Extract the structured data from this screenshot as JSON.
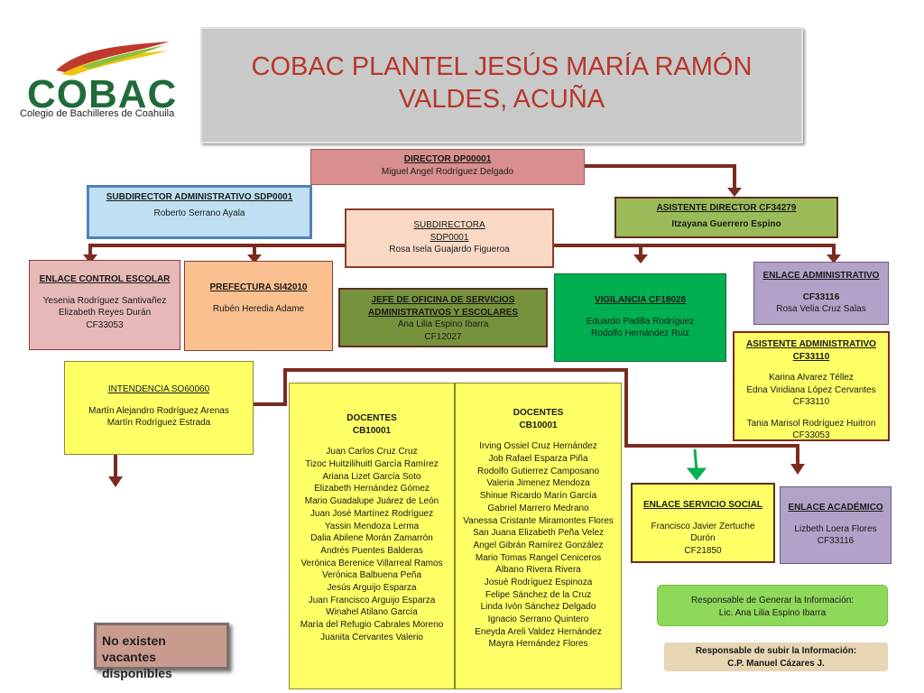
{
  "logo": {
    "wordmark": "COBAC",
    "subtitle": "Colegio de Bachilleres de Coahuila"
  },
  "title": {
    "line1": "COBAC   PLANTEL JESÚS MARÍA RAMÓN",
    "line2": "VALDES,  ACUÑA"
  },
  "director": {
    "title": "DIRECTOR  DP00001",
    "name": "Miguel Angel Rodríguez Delgado"
  },
  "subdirector_admin": {
    "title": "SUBDIRECTOR ADMINISTRATIVO SDP0001",
    "name": "Roberto Serrano Ayala"
  },
  "subdirectora": {
    "title1": "SUBDIRECTORA",
    "title2": "SDP0001",
    "name": "Rosa Isela Guajardo Figueroa"
  },
  "asistente_director": {
    "title": "ASISTENTE DIRECTOR   CF34279",
    "name": "Itzayana Guerrero Espino"
  },
  "enlace_control": {
    "title": "ENLACE    CONTROL ESCOLAR",
    "names": [
      "Yesenia Rodríguez Santivañez",
      "Elizabeth Reyes Durán",
      "CF33053"
    ]
  },
  "prefectura": {
    "title": "PREFECTURA SI42010",
    "name": "Rubén Heredia Adame"
  },
  "jefe_oficina": {
    "title": "JEFE DE OFICINA DE SERVICIOS ADMINISTRATIVOS Y ESCOLARES",
    "names": [
      "Ana Lilia Espino Ibarra",
      "CF12027"
    ]
  },
  "vigilancia": {
    "title": "VIGILANCIA   CF18028",
    "names": [
      "Eduardo Padilla Rodríguez",
      "Rodolfo Hernández Ruiz"
    ]
  },
  "enlace_admin": {
    "title": "ENLACE ADMINISTRATIVO",
    "names": [
      "CF33116",
      "Rosa Velia Cruz Salas"
    ]
  },
  "asistente_admin": {
    "title": "ASISTENTE ADMINISTRATIVO CF33110",
    "names": [
      "Karina Alvarez Téllez",
      "Edna Viridiana López Cervantes",
      "CF33110"
    ],
    "names2": [
      "Tania Marisol Rodríguez Huitron",
      "CF33053"
    ]
  },
  "intendencia": {
    "title": "INTENDENCIA  SO60060",
    "names": [
      "Martín Alejandro Rodríguez Arenas",
      "Martín Rodríguez Estrada"
    ]
  },
  "docentes1": {
    "title1": "DOCENTES",
    "title2": "CB10001",
    "names": [
      "Juan Carlos Cruz Cruz",
      "Tizoc Huitzilihuitl García Ramírez",
      "Ariana Lizet García Soto",
      "Elizabeth Hernández Gómez",
      "Mario Guadalupe Juárez de León",
      "Juan José Martínez Rodríguez",
      "Yassin Mendoza Lerma",
      "Dalia Abilene Morán Zamarrón",
      "Andrés Puentes Balderas",
      "Verónica Berenice Villarreal Ramos",
      "Verónica Balbuena Peña",
      "Jesús Arguijo Esparza",
      "Juan Francisco Arguijo Esparza",
      "Winahel Atilano García",
      "María del Refugio Cabrales Moreno",
      "Juanita Cervantes Valerio"
    ]
  },
  "docentes2": {
    "title1": "DOCENTES",
    "title2": "CB10001",
    "names": [
      "Irving Ossiel Cruz Hernández",
      "Job Rafael Esparza Piña",
      "Rodolfo Gutierrez Camposano",
      "Valeria Jimenez Mendoza",
      "Shinue Ricardo Marín García",
      "Gabriel Marrero Medrano",
      "Vanessa Cristante Miramontes Flores",
      "San Juana Elizabeth Peña Velez",
      "Angel Gibrán Ramírez González",
      "Mario Tomas Rangel Ceniceros",
      "Albano Rivera Rivera",
      "Josué Rodríguez Espinoza",
      "Felipe Sánchez de la Cruz",
      "Linda Ivón Sánchez Delgado",
      "Ignacio Serrano Quintero",
      "Eneyda Areli Valdez Hernández",
      "Mayra Hernández Flores"
    ]
  },
  "enlace_social": {
    "title": "ENLACE  SERVICIO SOCIAL",
    "names": [
      "Francisco Javier Zertuche Durón",
      "CF21850"
    ]
  },
  "enlace_academico": {
    "title": "ENLACE ACADÉMICO",
    "names": [
      "Lizbeth Loera Flores",
      "CF33116"
    ]
  },
  "responsable_generar": {
    "label": "Responsable de Generar la Información:",
    "name": "Lic. Ana Lilia Espino Ibarra"
  },
  "responsable_subir": {
    "label": "Responsable de subir la Información:",
    "name": "C.P. Manuel Cázares J."
  },
  "vacantes": {
    "line1": "No existen vacantes",
    "line2": "disponibles"
  },
  "colors": {
    "connector": "#7b2b1f",
    "director": "#d98f8f",
    "subdirector_admin": "#bfe0f2",
    "subdirectora": "#f9d9c4",
    "asistente_director": "#9bbb59",
    "enlace_control": "#e6b8b7",
    "prefectura": "#fac090",
    "jefe_oficina": "#76923c",
    "vigilancia": "#00b050",
    "enlace_admin": "#b3a2c7",
    "yellow": "#ffff66",
    "enlace_social": "#ffff66",
    "enlace_academico": "#b3a2c7",
    "title_text": "#b8372a",
    "logo_green": "#1f6b3a"
  }
}
